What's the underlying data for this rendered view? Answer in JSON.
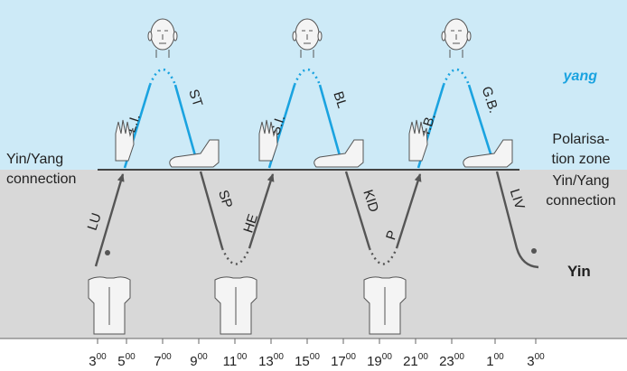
{
  "labels": {
    "yang": "yang",
    "yin": "Yin",
    "polarisation_line1": "Polarisa-",
    "polarisation_line2": "tion zone",
    "conn_left_line1": "Yin/Yang",
    "conn_left_line2": "connection",
    "conn_right_line1": "Yin/Yang",
    "conn_right_line2": "connection"
  },
  "meridians": {
    "yang": [
      "L.I.",
      "ST",
      "S.I.",
      "BL",
      "T.B.",
      "G.B."
    ],
    "yin": [
      "LU",
      "SP",
      "HE",
      "KID",
      "P",
      "LIV"
    ]
  },
  "time_axis": {
    "ticks": [
      {
        "hour": "3",
        "minutes": "00"
      },
      {
        "hour": "5",
        "minutes": "00"
      },
      {
        "hour": "7",
        "minutes": "00"
      },
      {
        "hour": "9",
        "minutes": "00"
      },
      {
        "hour": "11",
        "minutes": "00"
      },
      {
        "hour": "13",
        "minutes": "00"
      },
      {
        "hour": "15",
        "minutes": "00"
      },
      {
        "hour": "17",
        "minutes": "00"
      },
      {
        "hour": "19",
        "minutes": "00"
      },
      {
        "hour": "21",
        "minutes": "00"
      },
      {
        "hour": "23",
        "minutes": "00"
      },
      {
        "hour": "1",
        "minutes": "00"
      },
      {
        "hour": "3",
        "minutes": "00"
      }
    ]
  },
  "colors": {
    "yang_zone": "#cdeaf7",
    "yin_zone": "#d8d8d8",
    "yang_line": "#1aa3e0",
    "yin_line": "#555555",
    "yang_text": "#1aa3e0"
  }
}
